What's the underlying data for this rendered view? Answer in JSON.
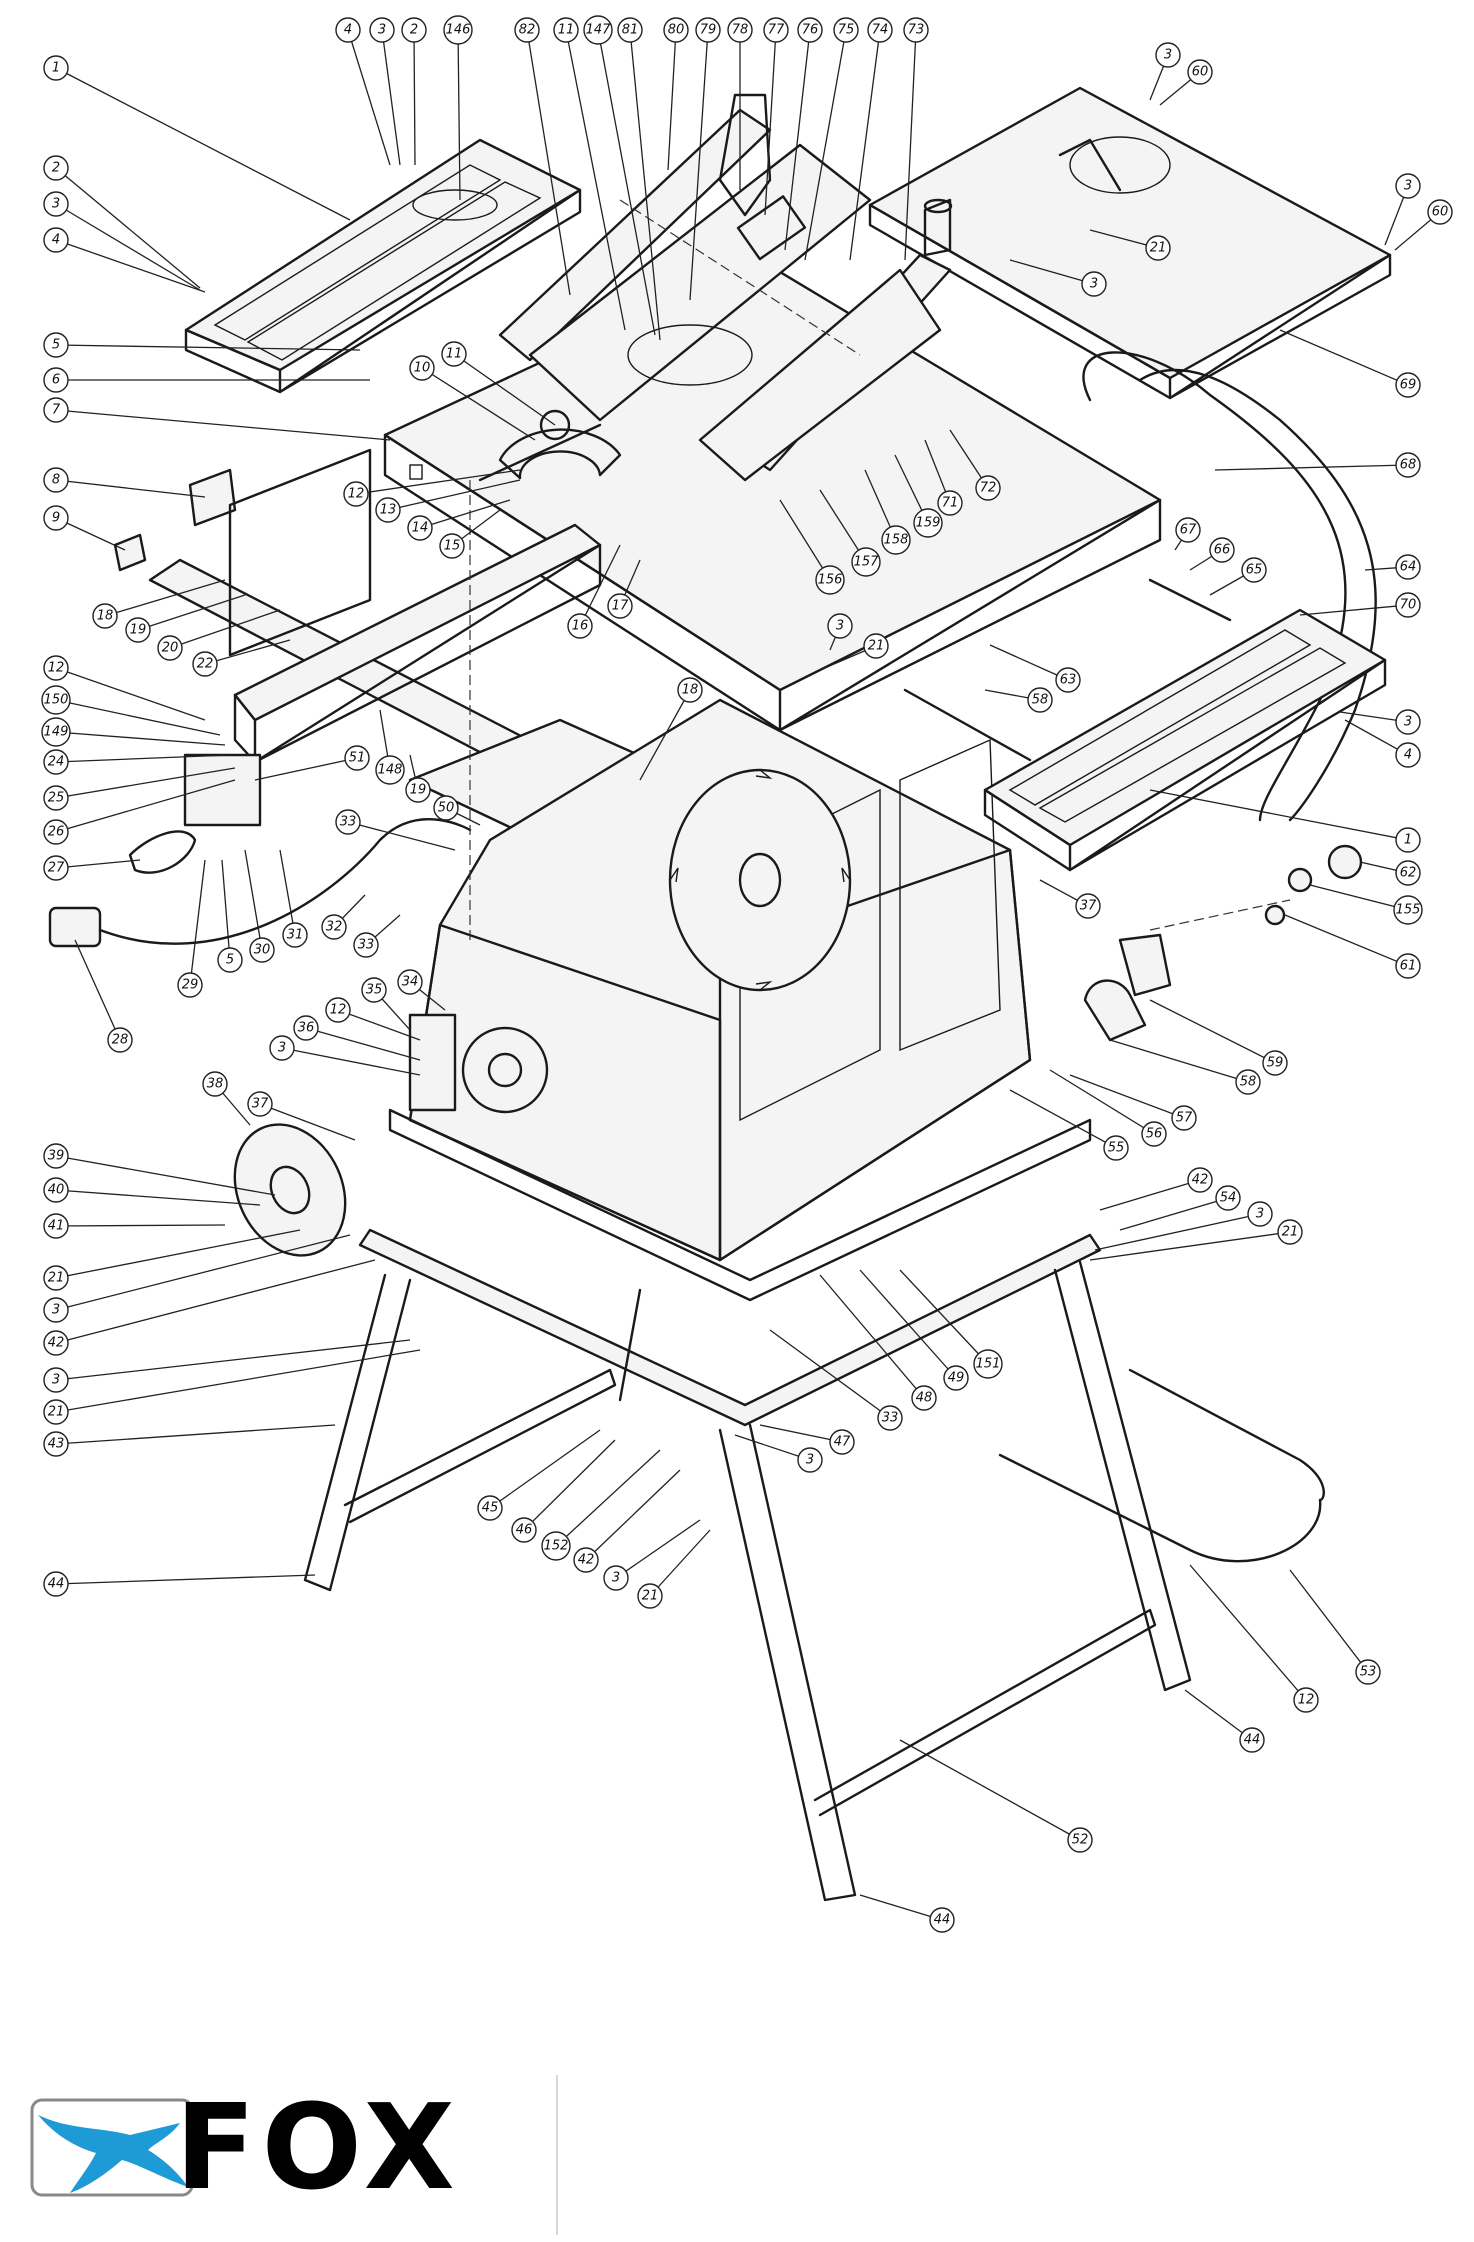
{
  "diagram": {
    "callouts": [
      {
        "label": "1"
      },
      {
        "label": "2"
      },
      {
        "label": "3"
      },
      {
        "label": "4"
      },
      {
        "label": "5"
      },
      {
        "label": "6"
      },
      {
        "label": "7"
      },
      {
        "label": "8"
      },
      {
        "label": "9"
      },
      {
        "label": "10"
      },
      {
        "label": "11"
      },
      {
        "label": "12"
      },
      {
        "label": "13"
      },
      {
        "label": "14"
      },
      {
        "label": "15"
      },
      {
        "label": "16"
      },
      {
        "label": "17"
      },
      {
        "label": "18"
      },
      {
        "label": "19"
      },
      {
        "label": "20"
      },
      {
        "label": "21"
      },
      {
        "label": "22"
      },
      {
        "label": "24"
      },
      {
        "label": "25"
      },
      {
        "label": "26"
      },
      {
        "label": "27"
      },
      {
        "label": "28"
      },
      {
        "label": "29"
      },
      {
        "label": "30"
      },
      {
        "label": "31"
      },
      {
        "label": "32"
      },
      {
        "label": "33"
      },
      {
        "label": "34"
      },
      {
        "label": "35"
      },
      {
        "label": "36"
      },
      {
        "label": "37"
      },
      {
        "label": "38"
      },
      {
        "label": "39"
      },
      {
        "label": "40"
      },
      {
        "label": "41"
      },
      {
        "label": "42"
      },
      {
        "label": "43"
      },
      {
        "label": "44"
      },
      {
        "label": "45"
      },
      {
        "label": "46"
      },
      {
        "label": "47"
      },
      {
        "label": "48"
      },
      {
        "label": "49"
      },
      {
        "label": "50"
      },
      {
        "label": "51"
      },
      {
        "label": "52"
      },
      {
        "label": "53"
      },
      {
        "label": "54"
      },
      {
        "label": "55"
      },
      {
        "label": "56"
      },
      {
        "label": "57"
      },
      {
        "label": "58"
      },
      {
        "label": "59"
      },
      {
        "label": "60"
      },
      {
        "label": "61"
      },
      {
        "label": "62"
      },
      {
        "label": "63"
      },
      {
        "label": "64"
      },
      {
        "label": "65"
      },
      {
        "label": "66"
      },
      {
        "label": "67"
      },
      {
        "label": "68"
      },
      {
        "label": "69"
      },
      {
        "label": "70"
      },
      {
        "label": "71"
      },
      {
        "label": "72"
      },
      {
        "label": "73"
      },
      {
        "label": "74"
      },
      {
        "label": "75"
      },
      {
        "label": "76"
      },
      {
        "label": "77"
      },
      {
        "label": "78"
      },
      {
        "label": "79"
      },
      {
        "label": "80"
      },
      {
        "label": "81"
      },
      {
        "label": "82"
      },
      {
        "label": "146"
      },
      {
        "label": "147"
      },
      {
        "label": "148"
      },
      {
        "label": "149"
      },
      {
        "label": "150"
      },
      {
        "label": "151"
      },
      {
        "label": "152"
      },
      {
        "label": "155"
      },
      {
        "label": "156"
      },
      {
        "label": "157"
      },
      {
        "label": "158"
      },
      {
        "label": "159"
      }
    ]
  },
  "logo": {
    "wordmark": "FOX",
    "mark_icon": "leaping-fox-icon",
    "brand_color": "#1e9ad6"
  },
  "colors": {
    "line": "#1a1a1a",
    "background": "#ffffff"
  }
}
